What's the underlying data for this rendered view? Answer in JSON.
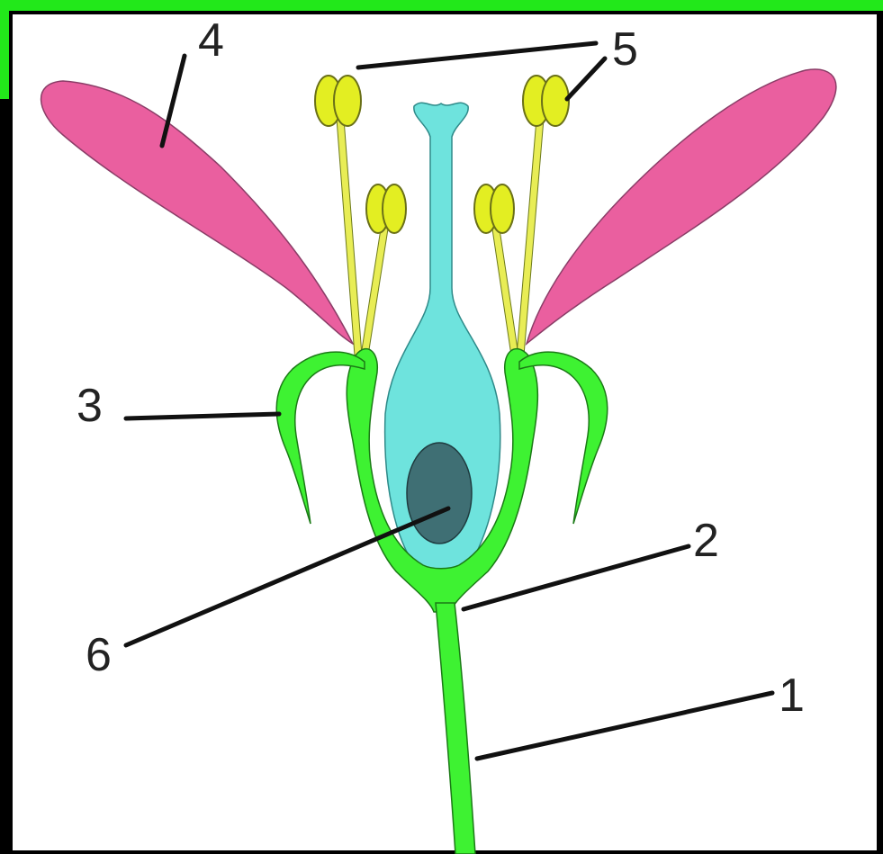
{
  "diagram": {
    "labels": {
      "l1": "1",
      "l2": "2",
      "l3": "3",
      "l4": "4",
      "l5": "5",
      "l6": "6"
    },
    "colors": {
      "frame_border": "#22e81a",
      "background": "#ffffff",
      "petal": "#ea5f9f",
      "receptacle": "#3ef232",
      "pistil": "#6ee3dd",
      "ovary_core": "#3f6f74",
      "anther": "#e3ee22",
      "filament": "#e8ed55",
      "leader_line": "#111111"
    }
  }
}
